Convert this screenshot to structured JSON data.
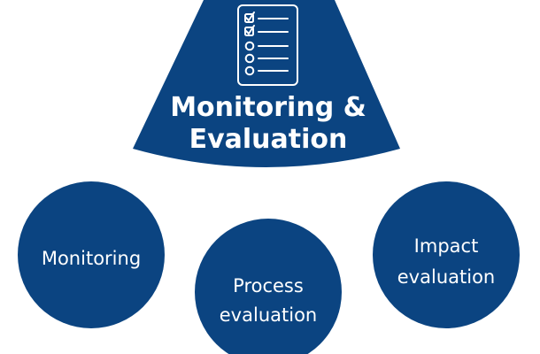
{
  "colors": {
    "primary": "#0b4481",
    "text": "#ffffff"
  },
  "header": {
    "icon": "checklist-icon",
    "title_line1": "Monitoring &",
    "title_line2": "Evaluation"
  },
  "circles": [
    {
      "label": "Monitoring"
    },
    {
      "label_line1": "Process",
      "label_line2": "evaluation"
    },
    {
      "label_line1": "Impact",
      "label_line2": "evaluation"
    }
  ]
}
